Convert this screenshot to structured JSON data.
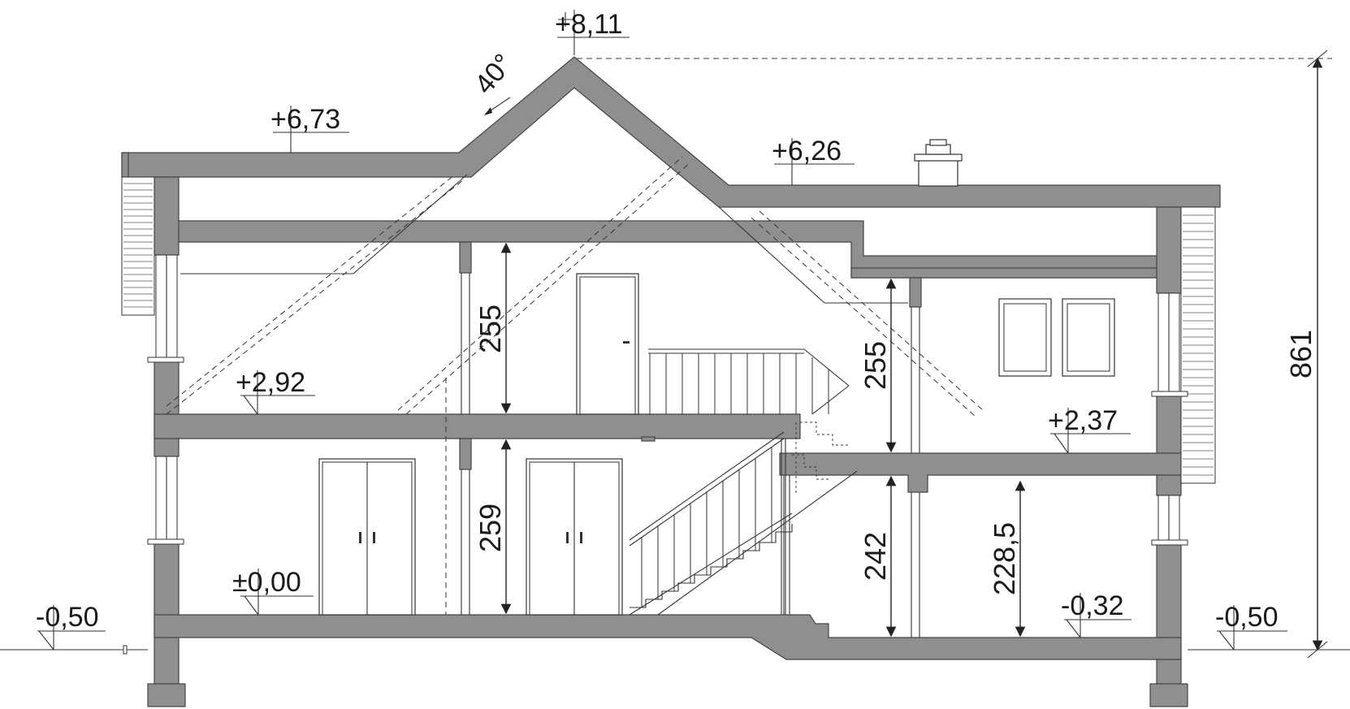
{
  "levels": {
    "ridge": "+8,11",
    "left_eave": "+6,73",
    "right_roof": "+6,26",
    "upper_floor": "+2,92",
    "upper_floor_right": "+2,37",
    "ground_floor": "±0,00",
    "lower_floor": "-0,32",
    "grade_left": "-0,50",
    "grade_right": "-0,50"
  },
  "dimensions": {
    "roof_pitch": "40°",
    "upper_room_height": "255",
    "upper_right_room_height": "255",
    "ground_room_height": "259",
    "lower_left_height": "242",
    "lower_right_height": "228,5",
    "overall_height": "861"
  },
  "colors": {
    "wall_fill": "#8f8f8f",
    "line": "#333333"
  }
}
